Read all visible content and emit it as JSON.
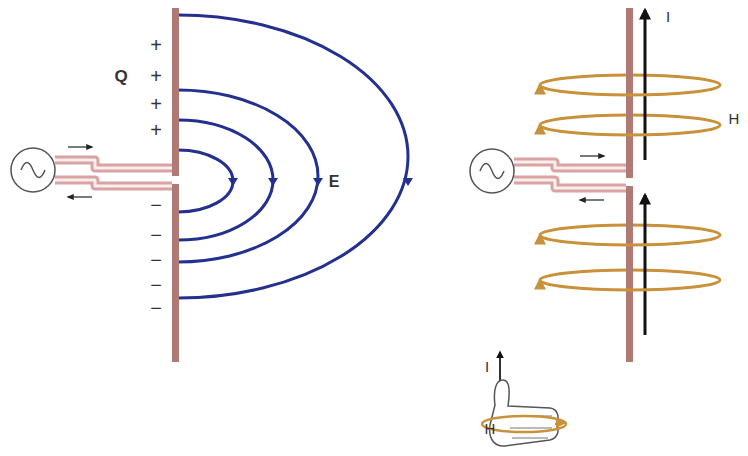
{
  "diagram": {
    "labels": [
      "+",
      "Q",
      "+",
      "+",
      "+",
      "E",
      "−",
      "−",
      "−",
      "−",
      "−",
      "I",
      "H",
      "I",
      "H"
    ]
  }
}
